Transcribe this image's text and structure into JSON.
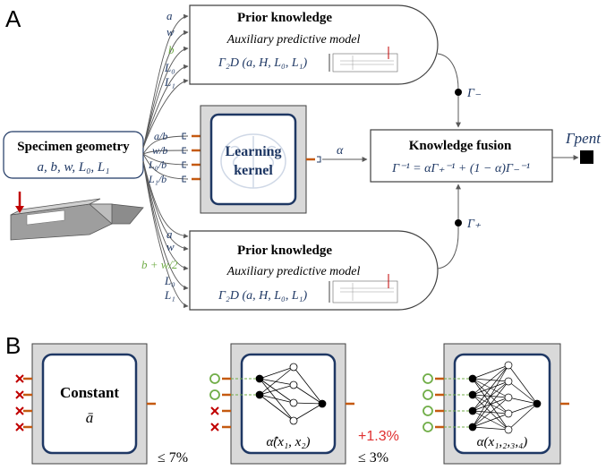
{
  "colors": {
    "navy": "#1f3864",
    "green": "#70ad47",
    "red_mark": "#c00000",
    "orange_port": "#c55a11",
    "gray_panel": "#d9d9d9",
    "line": "#595959"
  },
  "panel_a": {
    "label": "A",
    "specimen": {
      "title": "Specimen geometry",
      "params": "a, b, w, L₀, L₁"
    },
    "prior_top": {
      "title": "Prior knowledge",
      "subtitle": "Auxiliary predictive model",
      "formula": "Γ₂D (a, H, L₀, L₁)",
      "inputs": [
        "a",
        "w",
        "b",
        "L₀",
        "L₁"
      ]
    },
    "prior_bottom": {
      "title": "Prior knowledge",
      "subtitle": "Auxiliary predictive model",
      "formula": "Γ₂D (a, H, L₀, L₁)",
      "inputs": [
        "a",
        "w",
        "b + w/2",
        "L₀",
        "L₁"
      ]
    },
    "learning": {
      "title_line1": "Learning",
      "title_line2": "kernel",
      "inputs": [
        "a/b",
        "w/b",
        "L₀/b",
        "L₁/b"
      ],
      "output_symbol": "α"
    },
    "fusion": {
      "title": "Knowledge fusion",
      "formula": "Γ⁻¹ = αΓ₊⁻¹ + (1 − α)Γ₋⁻¹",
      "gamma_minus": "Γ₋",
      "gamma_plus": "Γ₊",
      "output": "Γpent"
    }
  },
  "panel_b": {
    "label": "B",
    "kernels": [
      {
        "title": "Constant",
        "symbol": "ā",
        "error": "≤ 7%"
      },
      {
        "formula": "α̂(x₁, x₂)",
        "delta": "+1.3%",
        "error": "≤ 3%"
      },
      {
        "formula": "α(x₁,₂,₃,₄)"
      }
    ]
  }
}
